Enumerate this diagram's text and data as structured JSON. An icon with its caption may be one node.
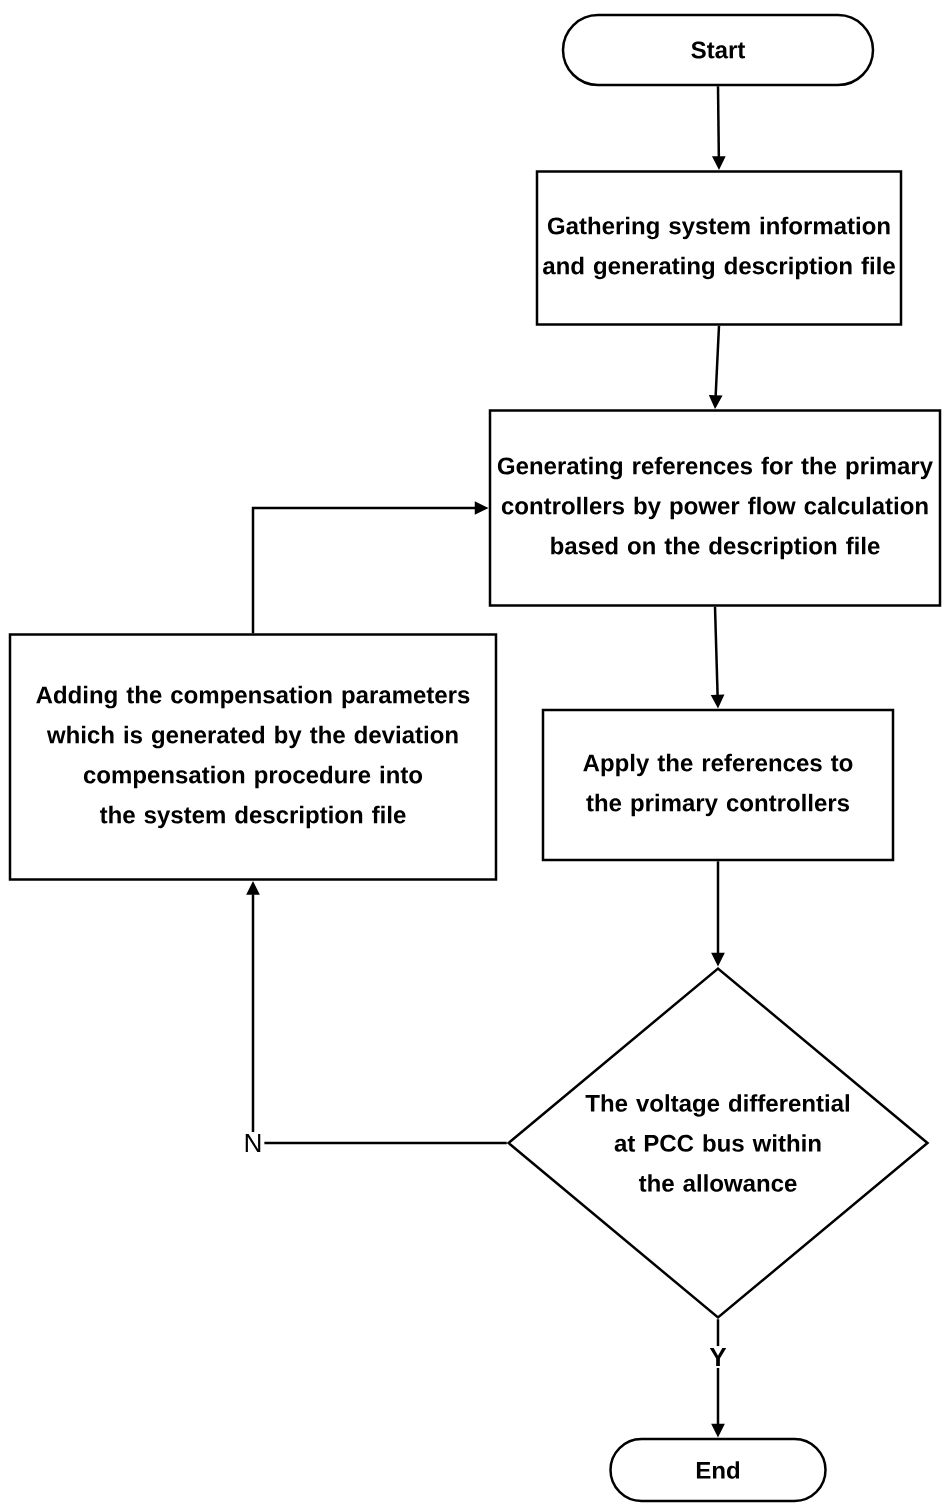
{
  "diagram": {
    "nodes": [
      {
        "text": [
          "Start"
        ]
      },
      {
        "text": [
          "Gathering system information and generating description file"
        ]
      },
      {
        "text": [
          "Generating references for the primary controllers by power flow calculation based on the description file"
        ]
      },
      {
        "text": [
          "Adding the compensation parameters which is generated by the deviation compensation procedure into the system description file"
        ]
      },
      {
        "text": [
          "Apply the references to the primary controllers"
        ]
      },
      {
        "text": [
          "The voltage differential at PCC bus within the allowance"
        ]
      },
      {
        "text": [
          "End"
        ]
      }
    ],
    "edges": [
      {
        "from": 0,
        "to": 1,
        "arrow": "to"
      },
      {
        "from": 1,
        "to": 2,
        "arrow": "to"
      },
      {
        "from": 2,
        "to": 4,
        "arrow": "to"
      },
      {
        "from": 4,
        "to": 5,
        "arrow": "to"
      },
      {
        "from": 5,
        "to": 6,
        "label": "Y",
        "arrow": "to"
      },
      {
        "from": 5,
        "to": 3,
        "label": "N",
        "arrow": "to"
      },
      {
        "from": 3,
        "to": 2,
        "arrow": "to"
      }
    ]
  }
}
